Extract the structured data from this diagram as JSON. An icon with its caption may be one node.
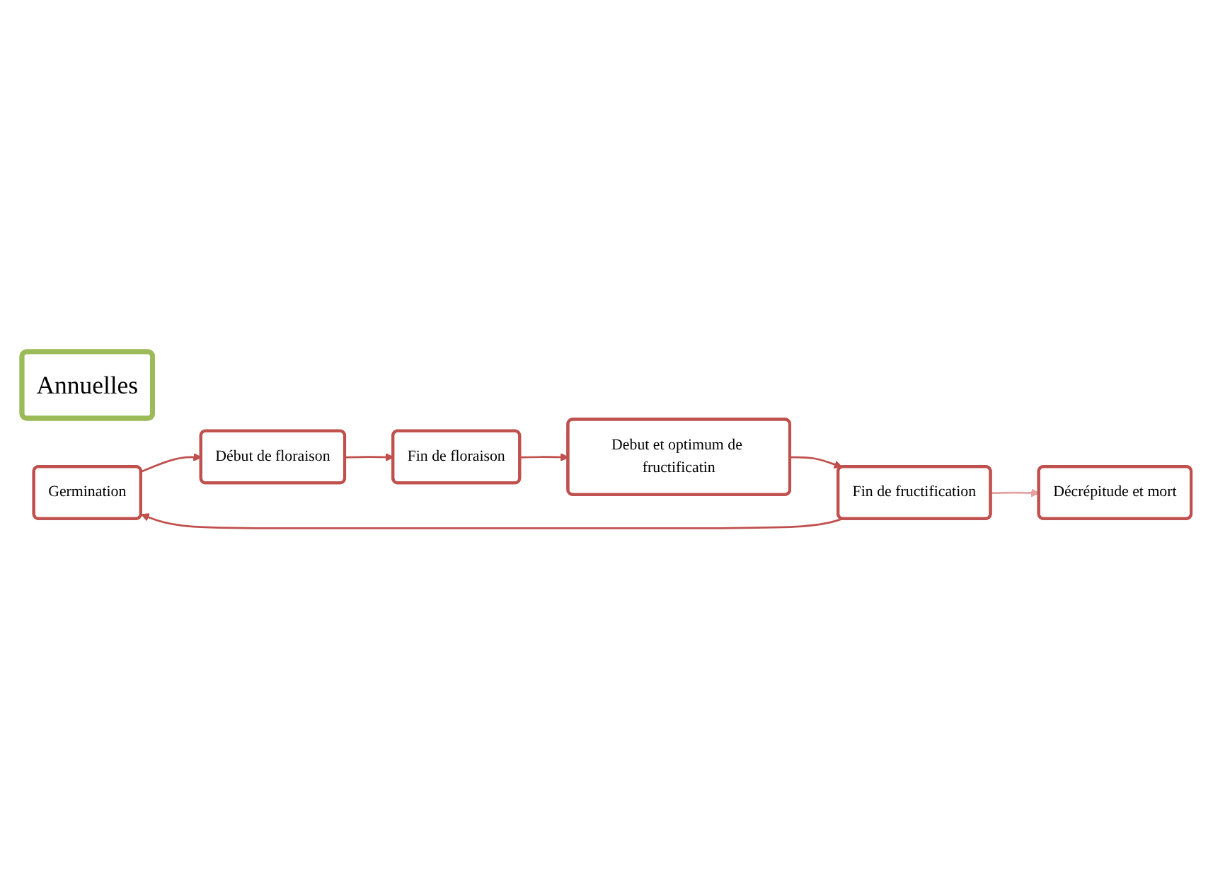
{
  "diagram": {
    "nodes": [
      {
        "text": [
          "Annuelles"
        ]
      },
      {
        "text": [
          "Germination"
        ]
      },
      {
        "text": [
          "Début de floraison"
        ]
      },
      {
        "text": [
          "Fin de floraison"
        ]
      },
      {
        "text": [
          "Debut et optimum de fructificatin"
        ]
      },
      {
        "text": [
          "Fin de fructification"
        ]
      },
      {
        "text": [
          "Décrépitude et mort"
        ]
      }
    ],
    "edges": [
      {
        "from": 1,
        "to": 2,
        "arrow": "to"
      },
      {
        "from": 2,
        "to": 3,
        "arrow": "to"
      },
      {
        "from": 3,
        "to": 4,
        "arrow": "to"
      },
      {
        "from": 4,
        "to": 5,
        "arrow": "to"
      },
      {
        "from": 5,
        "to": 1,
        "arrow": "to"
      },
      {
        "from": 5,
        "to": 6,
        "arrow": "to",
        "color": "#e3a1a1"
      }
    ]
  }
}
